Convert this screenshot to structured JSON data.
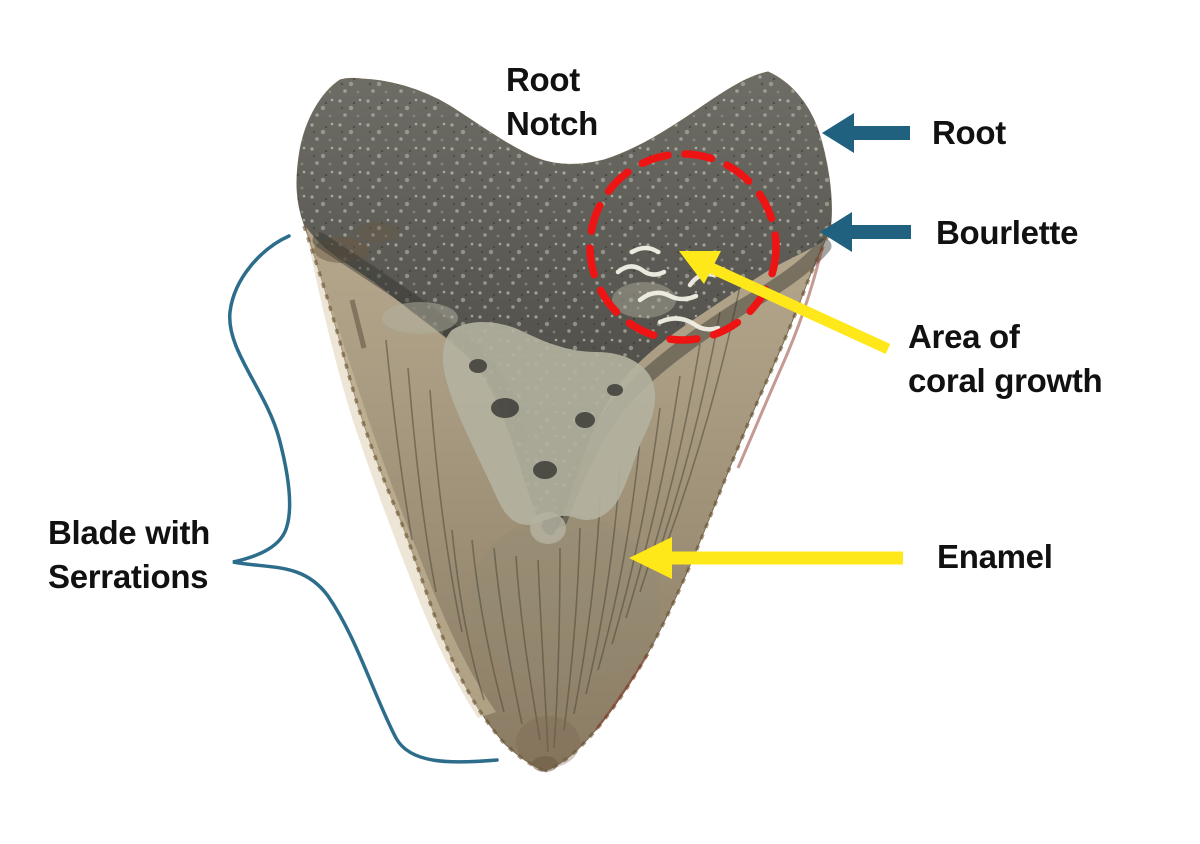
{
  "figure": {
    "type": "annotated-anatomy-diagram",
    "subject": "Fossil megalodon shark tooth with labeled parts",
    "background_color": "#ffffff",
    "labels": {
      "root_notch": {
        "line1": "Root",
        "line2": "Notch"
      },
      "root": "Root",
      "bourlette": "Bourlette",
      "coral_growth": {
        "line1": "Area of",
        "line2": "coral growth"
      },
      "enamel": "Enamel",
      "blade_serrations": {
        "line1": "Blade with",
        "line2": "Serrations"
      }
    },
    "annotations": {
      "teal_block_arrows_point_to": [
        "Root",
        "Bourlette"
      ],
      "yellow_arrows_point_to": [
        "Area of coral growth",
        "Enamel"
      ],
      "red_dashed_circle_marks": "Area of coral growth",
      "curly_brace_marks": "Blade with Serrations"
    },
    "colors": {
      "label_text": "#111111",
      "teal_arrow": "#20617f",
      "yellow_arrow": "#ffe81a",
      "red_circle": "#ee1414",
      "brace": "#2d6d8c",
      "root_dark": "#55544e",
      "enamel_tan": "#ab9e84"
    }
  }
}
